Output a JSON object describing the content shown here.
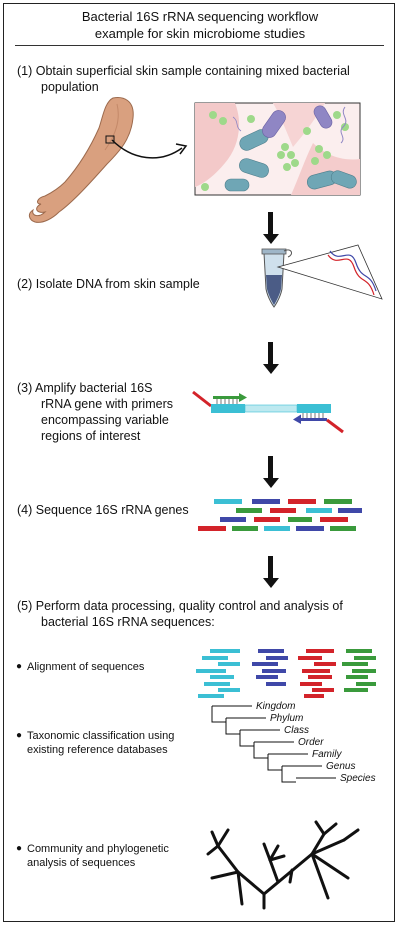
{
  "title": {
    "line1": "Bacterial 16S rRNA sequencing workflow",
    "line2": "example for skin microbiome studies"
  },
  "steps": {
    "s1": {
      "line1": "(1) Obtain superficial skin sample containing mixed bacterial",
      "line2": "population"
    },
    "s2": {
      "line1": "(2) Isolate DNA from skin sample"
    },
    "s3": {
      "line1": "(3) Amplify bacterial 16S",
      "line2": "rRNA gene with primers",
      "line3": "encompassing variable",
      "line4": "regions of interest"
    },
    "s4": {
      "line1": "(4) Sequence 16S rRNA genes"
    },
    "s5": {
      "line1": "(5) Perform data processing, quality control and analysis of",
      "line2": "bacterial 16S rRNA sequences:"
    }
  },
  "bullets": {
    "b1": {
      "line1": "Alignment of sequences"
    },
    "b2": {
      "line1": "Taxonomic classification using",
      "line2": "existing reference databases"
    },
    "b3": {
      "line1": "Community and phylogenetic",
      "line2": "analysis of sequences"
    }
  },
  "taxonomy": {
    "ranks": [
      "Kingdom",
      "Phylum",
      "Class",
      "Order",
      "Family",
      "Genus",
      "Species"
    ]
  },
  "colors": {
    "cyan": "#3bbfd4",
    "blue": "#3f48a8",
    "red": "#d3232a",
    "green": "#3a9a3c",
    "bacteria": "#6fa6b5",
    "coccus": "#9ed98a"
  }
}
